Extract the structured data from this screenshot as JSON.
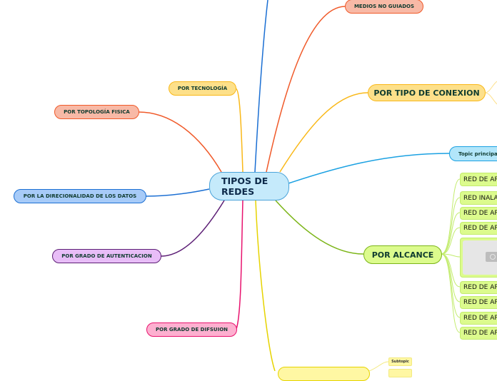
{
  "central": {
    "label": "TIPOS DE REDES"
  },
  "topics": {
    "medios_no_guiados": "MEDIOS NO GUIADOS",
    "por_tipo_de_conexion": "POR TIPO DE CONEXION",
    "topic_principal": "Topic principal",
    "por_tecnologia": "POR TECNOLOGÍA",
    "por_topologia_fisica": "POR TOPOLOGÍA FISICA",
    "por_direcionalidad": "POR LA DIRECIONALIDAD DE LOS DATOS",
    "por_grado_autenticacion": "POR GRADO DE AUTENTICACION",
    "por_grado_difsuion": "POR GRADO DE DIFSUION",
    "por_alcance": "POR ALCANCE"
  },
  "alcance_children": [
    "RED DE AR",
    "RED INALA",
    "RED DE AR",
    "RED DE AR",
    "RED DE AR",
    "RED DE AR",
    "RED DE AR",
    "RED DE AR"
  ],
  "bottom_subtopics": [
    "Subtopic"
  ],
  "colors": {
    "blue": "#1b6fd3",
    "red": "#f05a2a",
    "orange": "#f9b818",
    "cyan": "#1ba1e2",
    "green": "#7cb518",
    "purple": "#5c1e75",
    "pink": "#e8126e",
    "yellow": "#e6d300"
  }
}
